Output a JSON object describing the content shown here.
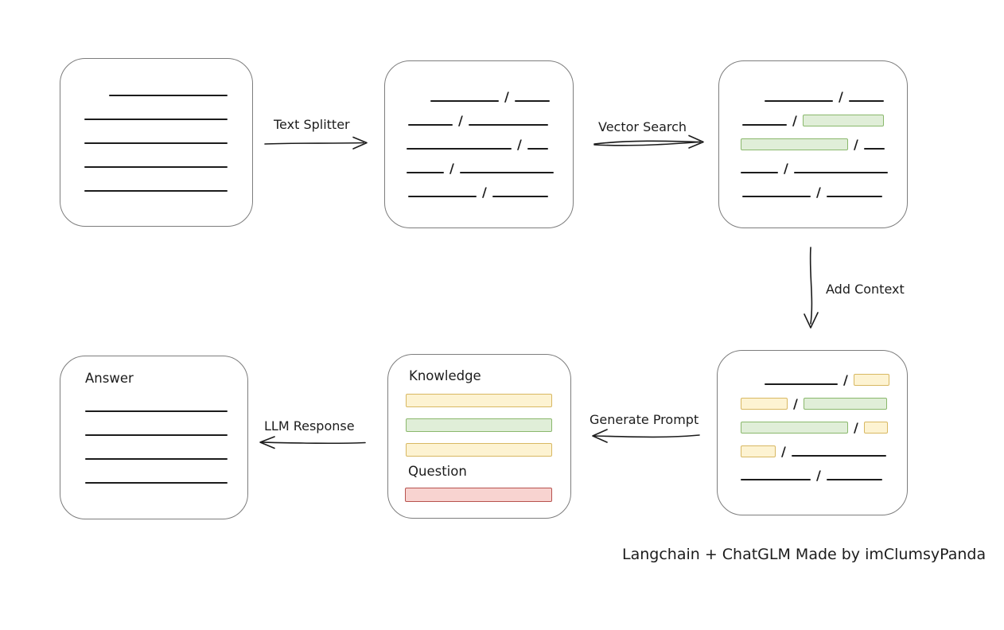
{
  "caption": "Langchain + ChatGLM Made by imClumsyPanda",
  "slash": "/",
  "arrow_labels": {
    "text_splitter": "Text Splitter",
    "vector_search": "Vector Search",
    "add_context": "Add Context",
    "generate_prompt": "Generate Prompt",
    "llm_response": "LLM Response"
  },
  "node_labels": {
    "knowledge": "Knowledge",
    "question": "Question",
    "answer": "Answer"
  },
  "colors": {
    "ink": "#1c1c1c",
    "box_border": "#7d7d7d",
    "green_fill": "#e0eed8",
    "green_border": "#8ab86c",
    "yellow_fill": "#fdf3d2",
    "yellow_border": "#d8b862",
    "red_fill": "#f8d3d0",
    "red_border": "#b7534f",
    "background": "#ffffff"
  }
}
